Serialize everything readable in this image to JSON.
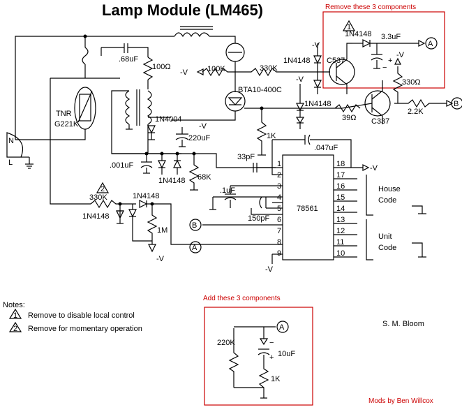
{
  "title": "Lamp Module (LM465)",
  "boxes": {
    "remove_label": "Remove these 3 components",
    "add_label": "Add these 3 components"
  },
  "components": {
    "c_68": ".68uF",
    "r_100": "100Ω",
    "r_100k": "100K",
    "r_330k_top": "330K",
    "d_1n4148_a": "1N4148",
    "d_1n4148_b": "1N4148",
    "d_1n4148_c": "1N4148",
    "d_1n4148_d": "1N4148",
    "d_1n4148_e": "1N4148",
    "c537": "C537",
    "c337": "C337",
    "r_330": "330Ω",
    "r_22k": "2.2K",
    "r_39": "39Ω",
    "triac": "BTA10-400C",
    "tnr": "TNR",
    "tnr_part": "G221K",
    "d_1n4004": "1N4004",
    "c_220": "220uF",
    "r_1k": "1K",
    "c_001": ".001uF",
    "r_68k": "68K",
    "c_33p": "33pF",
    "c_047": ".047uF",
    "r_330k_low": "330K",
    "r_1m": "1M",
    "c_1u": ".1uF",
    "c_150p": "150pF",
    "c_33u": "3.3uF",
    "ic": "78561",
    "neg_v": "-V",
    "plus": "+",
    "minus": "−",
    "n_label": "N",
    "l_label": "L",
    "r_220k": "220K",
    "c_10u": "10uF",
    "r_1k_add": "1K"
  },
  "markers": {
    "a": "A",
    "b": "B",
    "t1": "1",
    "t2": "2"
  },
  "pins": {
    "left": [
      "1",
      "2",
      "3",
      "4",
      "5",
      "6",
      "7",
      "8",
      "9"
    ],
    "right": [
      "18",
      "17",
      "16",
      "15",
      "14",
      "13",
      "12",
      "11",
      "10"
    ]
  },
  "code_labels": {
    "house1": "House",
    "house2": "Code",
    "unit1": "Unit",
    "unit2": "Code"
  },
  "notes": {
    "heading": "Notes:",
    "n1": "Remove to disable local control",
    "n2": "Remove for momentary operation"
  },
  "credits": {
    "author": "S. M. Bloom",
    "mods": "Mods by Ben Willcox"
  },
  "colors": {
    "annotation": "#cc0000",
    "ink": "#000000"
  }
}
